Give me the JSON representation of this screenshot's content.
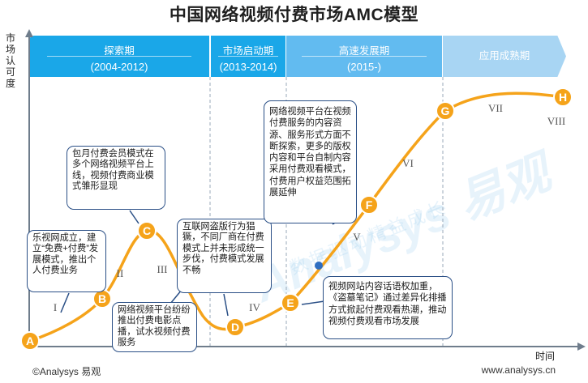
{
  "title": "中国网络视频付费市场AMC模型",
  "axes": {
    "y_label": "市场认可度",
    "x_label": "时间"
  },
  "phases": [
    {
      "name": "探索期",
      "years": "(2004-2012)"
    },
    {
      "name": "市场启动期",
      "years": "(2013-2014)"
    },
    {
      "name": "高速发展期",
      "years": "(2015-)"
    },
    {
      "name": "应用成熟期",
      "years": ""
    }
  ],
  "colors": {
    "curve": "#f5a31a",
    "node": "#f5a31a",
    "phase_dark": "#1aa7e8",
    "phase_mid": "#62bbf0",
    "phase_light": "#a8d5f3",
    "callout_border": "#2a4f86",
    "current_marker": "#2f6ec1"
  },
  "nodes": [
    "A",
    "B",
    "C",
    "D",
    "E",
    "F",
    "G",
    "H"
  ],
  "segments": [
    "I",
    "II",
    "III",
    "IV",
    "V",
    "VI",
    "VII",
    "VIII"
  ],
  "callouts": [
    {
      "id": "A-B",
      "text": "乐视网成立，建立“免费+付费”发展模式，推出个人付费业务"
    },
    {
      "id": "B-C",
      "text": "包月付费会员模式在多个网络视频平台上线，视频付费商业模式雏形显现"
    },
    {
      "id": "C-D",
      "text": "网络视频平台纷纷推出付费电影点播，试水视频付费服务"
    },
    {
      "id": "D",
      "text": "互联网盗版行为猖獗，不同厂商在付费模式上并未形成统一步伐，付费模式发展不畅"
    },
    {
      "id": "F",
      "text": "网络视频平台在视频付费服务的内容资源、服务形式方面不断探索，更多的版权内容和平台自制内容采用付费观看模式，付费用户权益范围拓展延伸"
    },
    {
      "id": "E",
      "text": "视频网站内容话语权加重，《盗墓笔记》通过差异化排播方式掀起付费观看热潮，推动视频付费观看市场发展"
    }
  ],
  "watermark": {
    "brand": "Analysys 易观",
    "slogan": "数据驱动精益成长"
  },
  "footer": {
    "left": "©Analysys 易观",
    "right": "www.analysys.cn"
  }
}
